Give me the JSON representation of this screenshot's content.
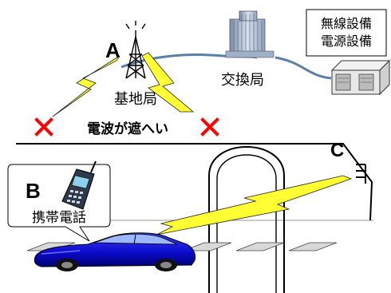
{
  "labels": {
    "marker_a": "A",
    "marker_b": "B",
    "marker_c": "C",
    "base_station": "基地局",
    "exchange": "交換局",
    "radio_blocked": "電波が遮へい",
    "mobile_phone": "携帯電話",
    "equipment_line1": "無線設備",
    "equipment_line2": "電源設備"
  },
  "icons": {
    "blocked_mark": "red-x",
    "signal": "lightning-bolt",
    "antenna": "radio-tower",
    "building": "office-building",
    "server": "equipment-box",
    "phone": "mobile-phone",
    "car": "car"
  },
  "colors": {
    "lightning": "#ffff33",
    "blocked": "#ff0000",
    "cable": "#5b7fa6",
    "car_body": "#0a0ac8",
    "road": "#000000"
  }
}
